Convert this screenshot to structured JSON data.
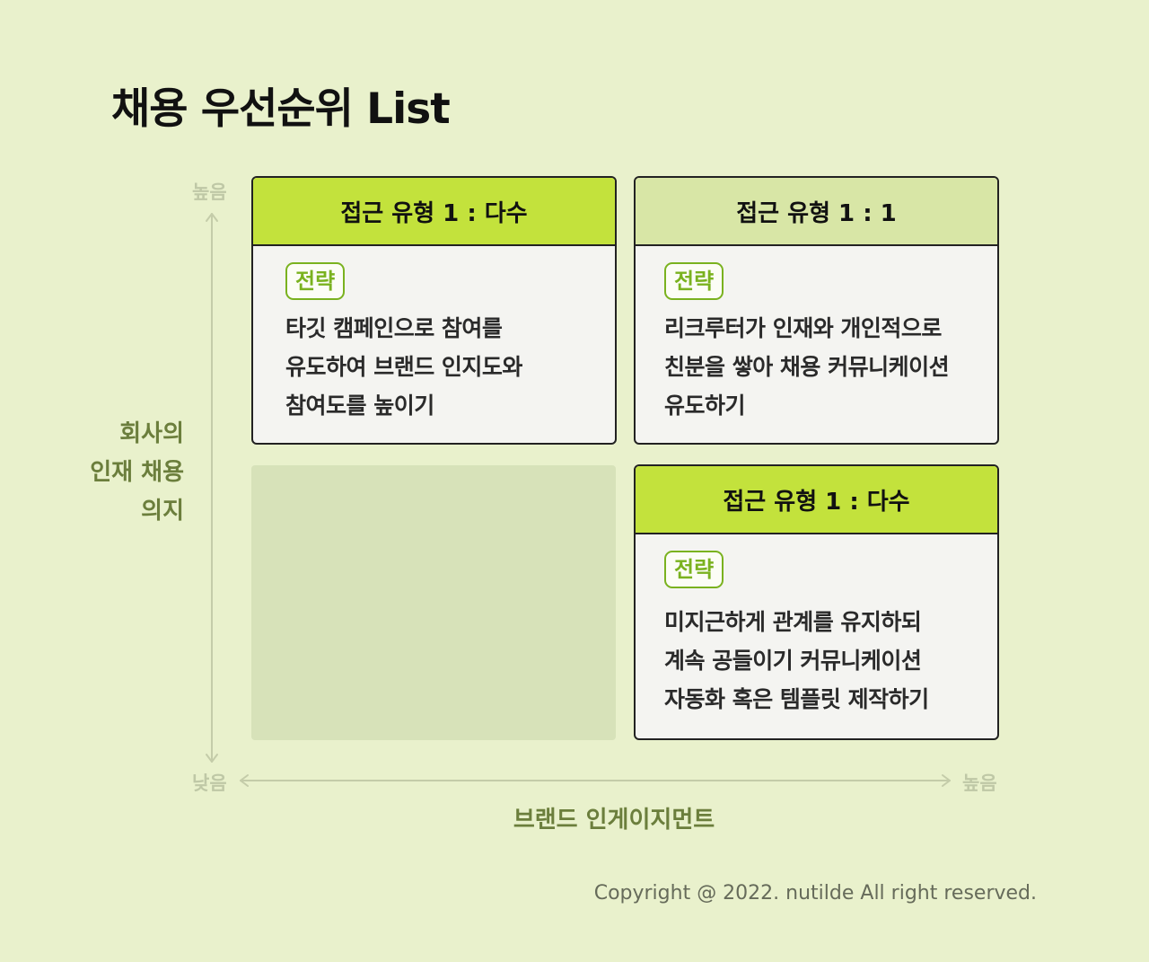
{
  "title": "채용 우선순위 List",
  "y_axis": {
    "label_lines": [
      "회사의",
      "인재 채용",
      "의지"
    ],
    "high": "높음"
  },
  "x_axis": {
    "label": "브랜드 인게이지먼트",
    "low": "낮음",
    "high": "높음"
  },
  "colors": {
    "background": "#e9f1cc",
    "header_bright": "#c3e23c",
    "header_pale": "#d8e6a6",
    "badge_green": "#7ab21f",
    "axis_label": "#6b7e3c",
    "empty_quadrant": "#d7e2b9"
  },
  "quadrants": [
    {
      "id": "top-left",
      "header": "접근 유형 1 : 다수",
      "badge": "전략",
      "lines": [
        "타깃 캠페인으로 참여를",
        "유도하여 브랜드 인지도와",
        "참여도를 높이기"
      ]
    },
    {
      "id": "top-right",
      "header": "접근 유형 1 : 1",
      "badge": "전략",
      "lines": [
        "리크루터가 인재와 개인적으로",
        "친분을 쌓아 채용 커뮤니케이션",
        "유도하기"
      ]
    },
    {
      "id": "bottom-right",
      "header": "접근 유형 1 : 다수",
      "badge": "전략",
      "lines": [
        "미지근하게 관계를 유지하되",
        "계속 공들이기 커뮤니케이션",
        "자동화 혹은 템플릿 제작하기"
      ]
    }
  ],
  "copyright": "Copyright @ 2022. nutilde All right reserved."
}
